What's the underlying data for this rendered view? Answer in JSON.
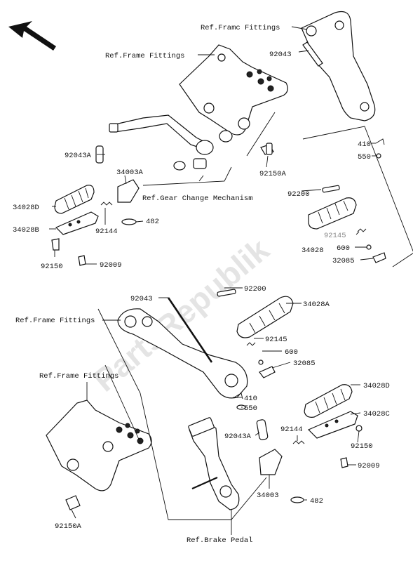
{
  "watermark": "PartsRepublik",
  "labels": [
    {
      "id": "ref-frame-fittings-1",
      "text": "Ref.Framc Fittings"
    },
    {
      "id": "ref-frame-fittings-2",
      "text": "Ref.Frame Fittings"
    },
    {
      "id": "ref-frame-fittings-3",
      "text": "Ref.Frame Fittings"
    },
    {
      "id": "ref-frame-fittings-4",
      "text": "Ref.Frame Fittings"
    },
    {
      "id": "ref-gear-change",
      "text": "Ref.Gear Change Mechanism"
    },
    {
      "id": "ref-brake-pedal",
      "text": "Ref.Brake Pedal"
    },
    {
      "id": "p-92043-top",
      "text": "92043"
    },
    {
      "id": "p-92043A-top",
      "text": "92043A"
    },
    {
      "id": "p-34003A",
      "text": "34003A"
    },
    {
      "id": "p-92150A-top",
      "text": "92150A"
    },
    {
      "id": "p-410-top",
      "text": "410"
    },
    {
      "id": "p-550-top",
      "text": "550"
    },
    {
      "id": "p-92200-top",
      "text": "92200"
    },
    {
      "id": "p-34028D-top",
      "text": "34028D"
    },
    {
      "id": "p-34028B",
      "text": "34028B"
    },
    {
      "id": "p-92144-top",
      "text": "92144"
    },
    {
      "id": "p-482-top",
      "text": "482"
    },
    {
      "id": "p-92145-top",
      "text": "92145"
    },
    {
      "id": "p-34028",
      "text": "34028"
    },
    {
      "id": "p-600-top",
      "text": "600"
    },
    {
      "id": "p-32085-top",
      "text": "32085"
    },
    {
      "id": "p-92150-left",
      "text": "92150"
    },
    {
      "id": "p-92009-left",
      "text": "92009"
    },
    {
      "id": "p-92043-mid",
      "text": "92043"
    },
    {
      "id": "p-92200-mid",
      "text": "92200"
    },
    {
      "id": "p-34028A",
      "text": "34028A"
    },
    {
      "id": "p-92145-mid",
      "text": "92145"
    },
    {
      "id": "p-600-mid",
      "text": "600"
    },
    {
      "id": "p-32085-mid",
      "text": "32085"
    },
    {
      "id": "p-410-mid",
      "text": "410"
    },
    {
      "id": "p-550-mid",
      "text": "550"
    },
    {
      "id": "p-34028D-bot",
      "text": "34028D"
    },
    {
      "id": "p-34028C",
      "text": "34028C"
    },
    {
      "id": "p-92043A-bot",
      "text": "92043A"
    },
    {
      "id": "p-92144-bot",
      "text": "92144"
    },
    {
      "id": "p-92150-right",
      "text": "92150"
    },
    {
      "id": "p-92009-right",
      "text": "92009"
    },
    {
      "id": "p-34003",
      "text": "34003"
    },
    {
      "id": "p-482-bot",
      "text": "482"
    },
    {
      "id": "p-92150A-bot",
      "text": "92150A"
    }
  ]
}
